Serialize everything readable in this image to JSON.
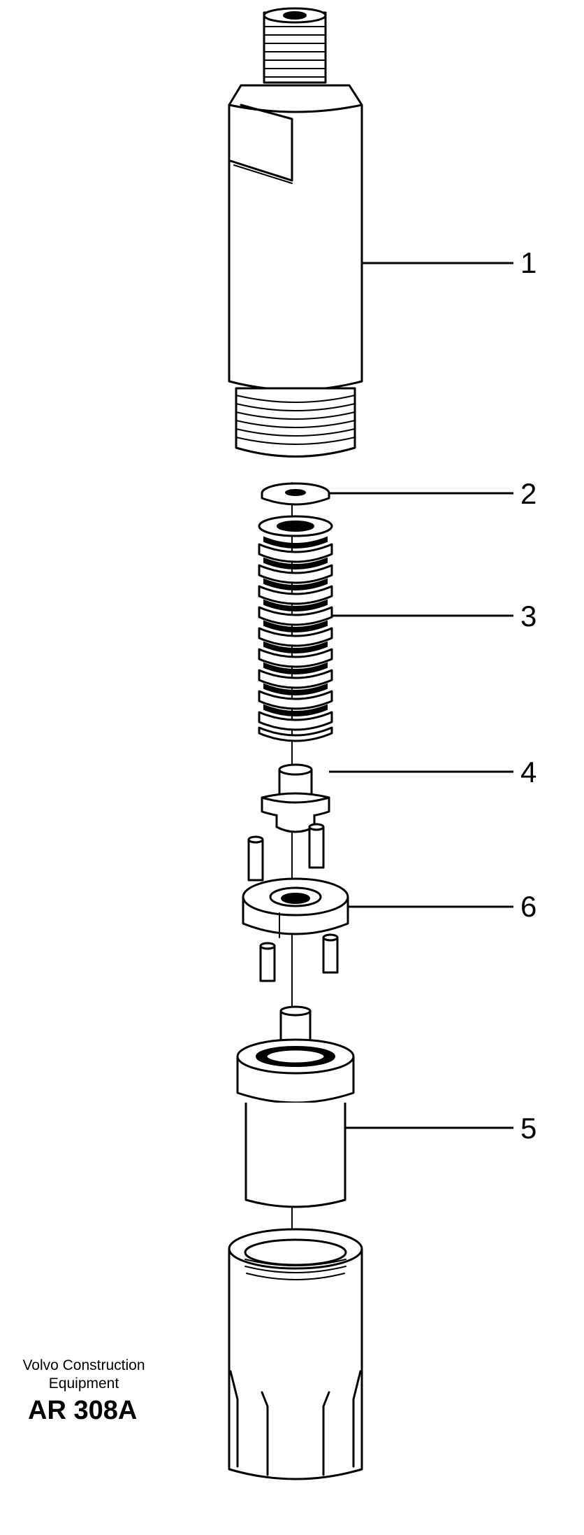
{
  "callouts": [
    {
      "id": "1",
      "label": "1"
    },
    {
      "id": "2",
      "label": "2"
    },
    {
      "id": "3",
      "label": "3"
    },
    {
      "id": "4",
      "label": "4"
    },
    {
      "id": "6",
      "label": "6"
    },
    {
      "id": "5",
      "label": "5"
    }
  ],
  "brand": {
    "line1": "Volvo Construction",
    "line2": "Equipment",
    "code": "AR 308A"
  }
}
